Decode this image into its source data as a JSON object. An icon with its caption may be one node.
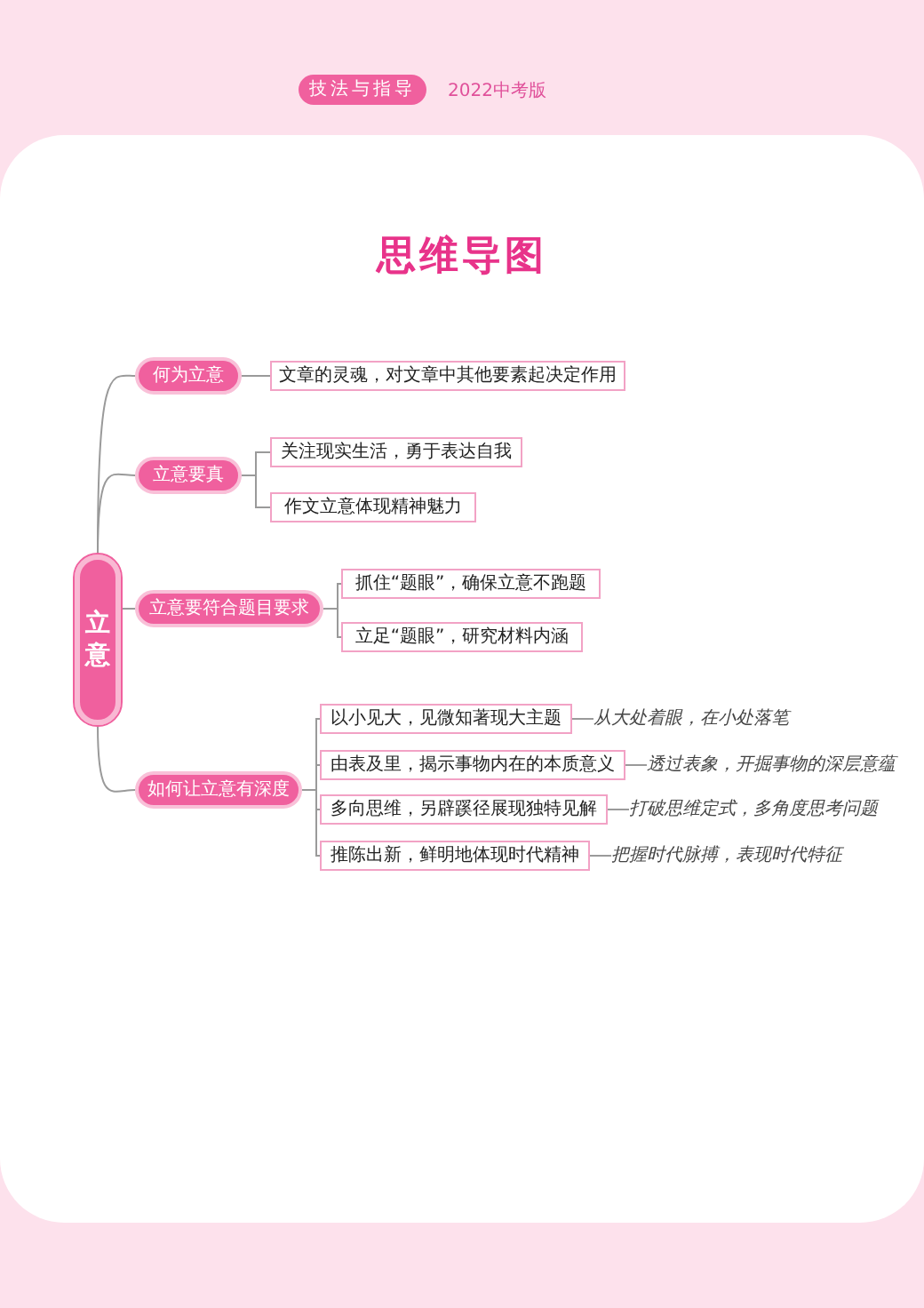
{
  "diagram": {
    "title": "思维导图",
    "nodes": [
      {
        "text": [
          "立意"
        ]
      },
      {
        "text": [
          "何为立意"
        ]
      },
      {
        "text": [
          "文章的灵魂，对文章中其他要素起决定作用"
        ]
      },
      {
        "text": [
          "立意要真"
        ]
      },
      {
        "text": [
          "关注现实生活，勇于表达自我"
        ]
      },
      {
        "text": [
          "作文立意体现精神魅力"
        ]
      },
      {
        "text": [
          "立意要符合题目要求"
        ]
      },
      {
        "text": [
          "抓住“题眼”，确保立意不跑题"
        ]
      },
      {
        "text": [
          "立足“题眼”，研究材料内涵"
        ]
      },
      {
        "text": [
          "如何让立意有深度"
        ]
      },
      {
        "text": [
          "以小见大，见微知著现大主题"
        ]
      },
      {
        "text": [
          "由表及里，揭示事物内在的本质意义"
        ]
      },
      {
        "text": [
          "多向思维，另辟蹊径展现独特见解"
        ]
      },
      {
        "text": [
          "推陈出新，鲜明地体现时代精神"
        ]
      },
      {
        "text": [
          "从大处着眼，在小处落笔"
        ]
      },
      {
        "text": [
          "透过表象，开掘事物的深层意蕴"
        ]
      },
      {
        "text": [
          "打破思维定式，多角度思考问题"
        ]
      },
      {
        "text": [
          "把握时代脉搏，表现时代特征"
        ]
      }
    ],
    "edges": [
      {
        "from": 0,
        "to": 1,
        "arrow": "none"
      },
      {
        "from": 0,
        "to": 3,
        "arrow": "none"
      },
      {
        "from": 0,
        "to": 6,
        "arrow": "none"
      },
      {
        "from": 0,
        "to": 9,
        "arrow": "none"
      },
      {
        "from": 1,
        "to": 2,
        "arrow": "none"
      },
      {
        "from": 3,
        "to": 4,
        "arrow": "none"
      },
      {
        "from": 3,
        "to": 5,
        "arrow": "none"
      },
      {
        "from": 6,
        "to": 7,
        "arrow": "none"
      },
      {
        "from": 6,
        "to": 8,
        "arrow": "none"
      },
      {
        "from": 9,
        "to": 10,
        "arrow": "none"
      },
      {
        "from": 9,
        "to": 11,
        "arrow": "none"
      },
      {
        "from": 9,
        "to": 12,
        "arrow": "none"
      },
      {
        "from": 9,
        "to": 13,
        "arrow": "none"
      },
      {
        "from": 10,
        "to": 14,
        "arrow": "none"
      },
      {
        "from": 11,
        "to": 15,
        "arrow": "none"
      },
      {
        "from": 12,
        "to": 16,
        "arrow": "none"
      },
      {
        "from": 13,
        "to": 17,
        "arrow": "none"
      }
    ],
    "labels": [
      "技法与指导",
      "2022中考版"
    ]
  }
}
